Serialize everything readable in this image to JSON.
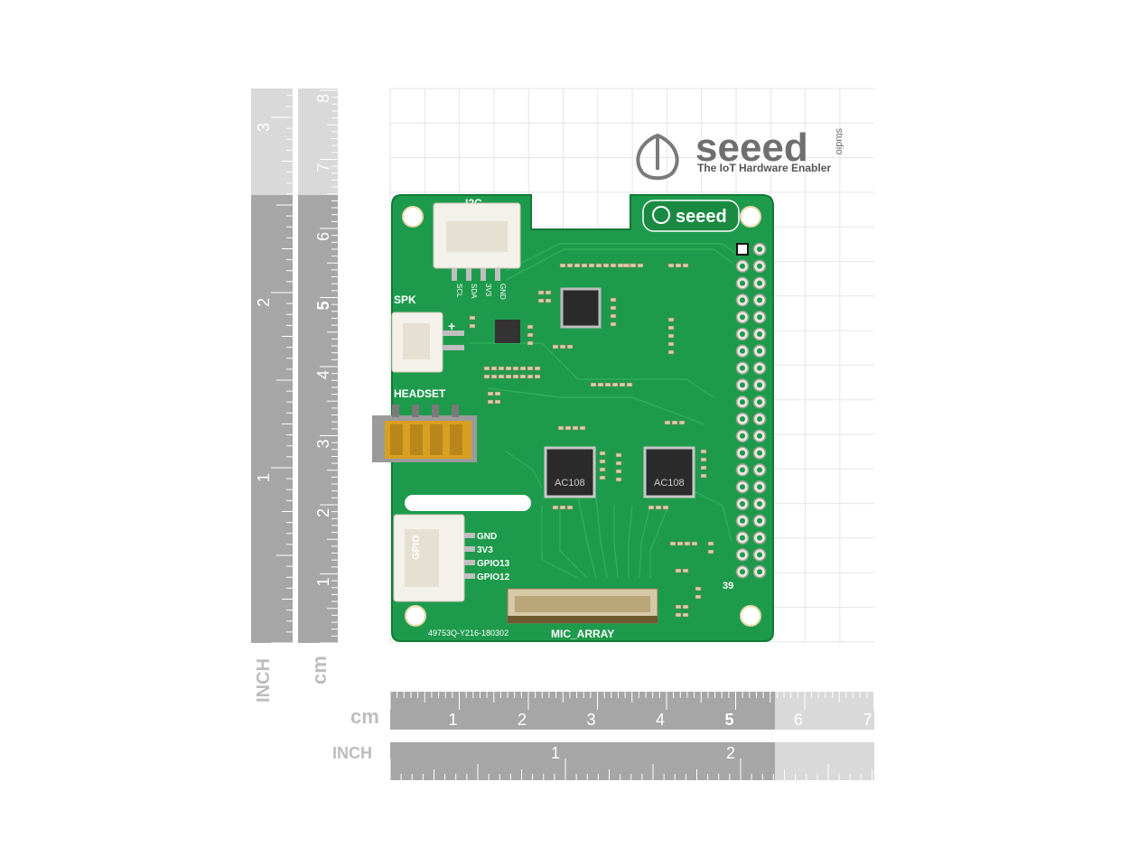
{
  "brand": {
    "logo_name": "seeed",
    "logo_super": "studio",
    "tagline": "The IoT Hardware Enabler"
  },
  "board": {
    "i2c_label": "I2C",
    "i2c_pins": [
      "SCL",
      "SDA",
      "3V3",
      "GND"
    ],
    "spk_label": "SPK",
    "spk_plus": "+",
    "headset_label": "HEADSET",
    "gpio_label": "GPIO",
    "gpio_pins": [
      "GND",
      "3V3",
      "GPIO13",
      "GPIO12"
    ],
    "chip_label": "AC108",
    "pcb_code": "49753Q-Y216-180302",
    "mic_label": "MIC_ARRAY",
    "pin_label": "39",
    "board_logo": "seeed"
  },
  "rulers": {
    "unit_cm": "cm",
    "unit_inch": "INCH",
    "horizontal_cm": [
      "1",
      "2",
      "3",
      "4",
      "5",
      "6",
      "7"
    ],
    "horizontal_inch": [
      "1",
      "2"
    ],
    "vertical_cm": [
      "1",
      "2",
      "3",
      "4",
      "5",
      "6",
      "7",
      "8"
    ],
    "vertical_inch": [
      "1",
      "2",
      "3"
    ]
  },
  "colors": {
    "pcb": "#1e9a4c",
    "pcb_dark": "#14823c",
    "ruler_dark": "#a6a6a6",
    "ruler_light": "#d9d9d9",
    "connector": "#f4f1ea",
    "kapton": "#d8a020",
    "chip": "#2b2b2b"
  }
}
